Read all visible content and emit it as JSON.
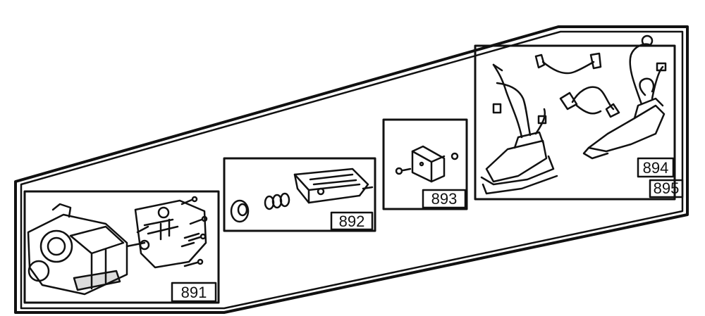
{
  "diagram": {
    "parts": [
      {
        "id": "891",
        "label": "891"
      },
      {
        "id": "892",
        "label": "892"
      },
      {
        "id": "893",
        "label": "893"
      },
      {
        "id": "894",
        "label": "894"
      }
    ],
    "assembly_label": "895"
  }
}
